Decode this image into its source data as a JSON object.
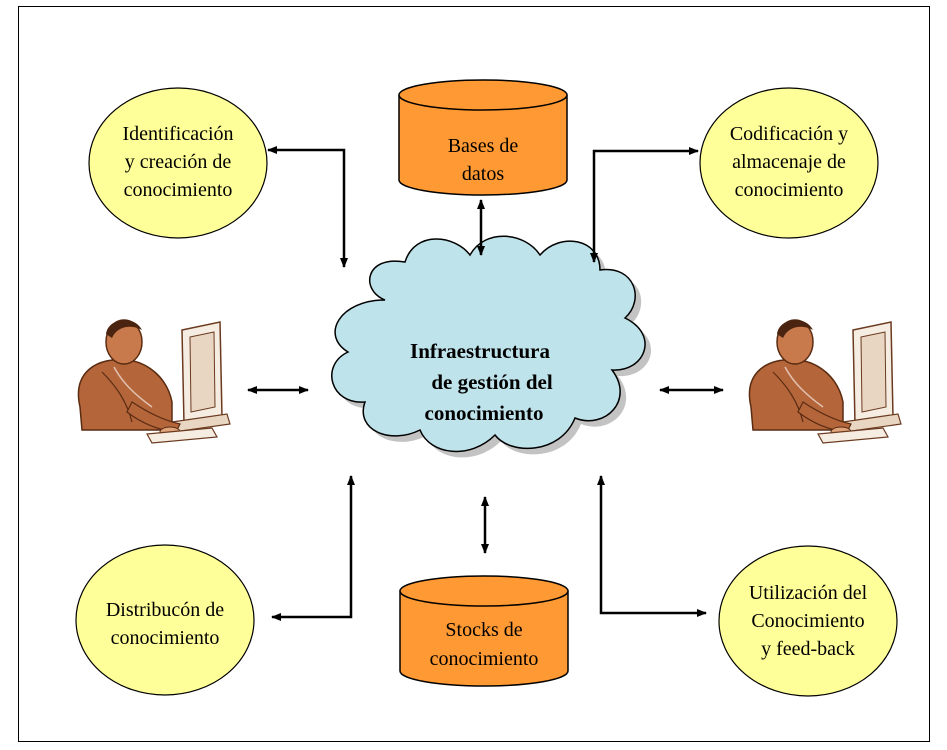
{
  "diagram": {
    "center": {
      "lines": [
        "Infraestructura",
        "de gestión del",
        "conocimiento"
      ],
      "fill": "#bfe3ea"
    },
    "databases": [
      {
        "id": "top",
        "lines": [
          "Bases de",
          "datos"
        ]
      },
      {
        "id": "bottom",
        "lines": [
          "Stocks de",
          "conocimiento"
        ]
      }
    ],
    "processes": [
      {
        "id": "top-left",
        "lines": [
          "Identificación",
          "y creación de",
          "conocimiento"
        ]
      },
      {
        "id": "top-right",
        "lines": [
          "Codificación y",
          "almacenaje de",
          "conocimiento"
        ]
      },
      {
        "id": "bottom-left",
        "lines": [
          "Distribucón de",
          "conocimiento"
        ]
      },
      {
        "id": "bottom-right",
        "lines": [
          "Utilización del",
          "Conocimiento",
          "y feed-back"
        ]
      }
    ],
    "users": [
      {
        "id": "left",
        "icon": "person-at-computer-icon"
      },
      {
        "id": "right",
        "icon": "person-at-computer-icon"
      }
    ],
    "colors": {
      "process_fill": "#ffff99",
      "database_fill": "#ff9933",
      "cloud_fill": "#bfe3ea",
      "skin": "#b5653a",
      "stroke": "#000000"
    }
  }
}
